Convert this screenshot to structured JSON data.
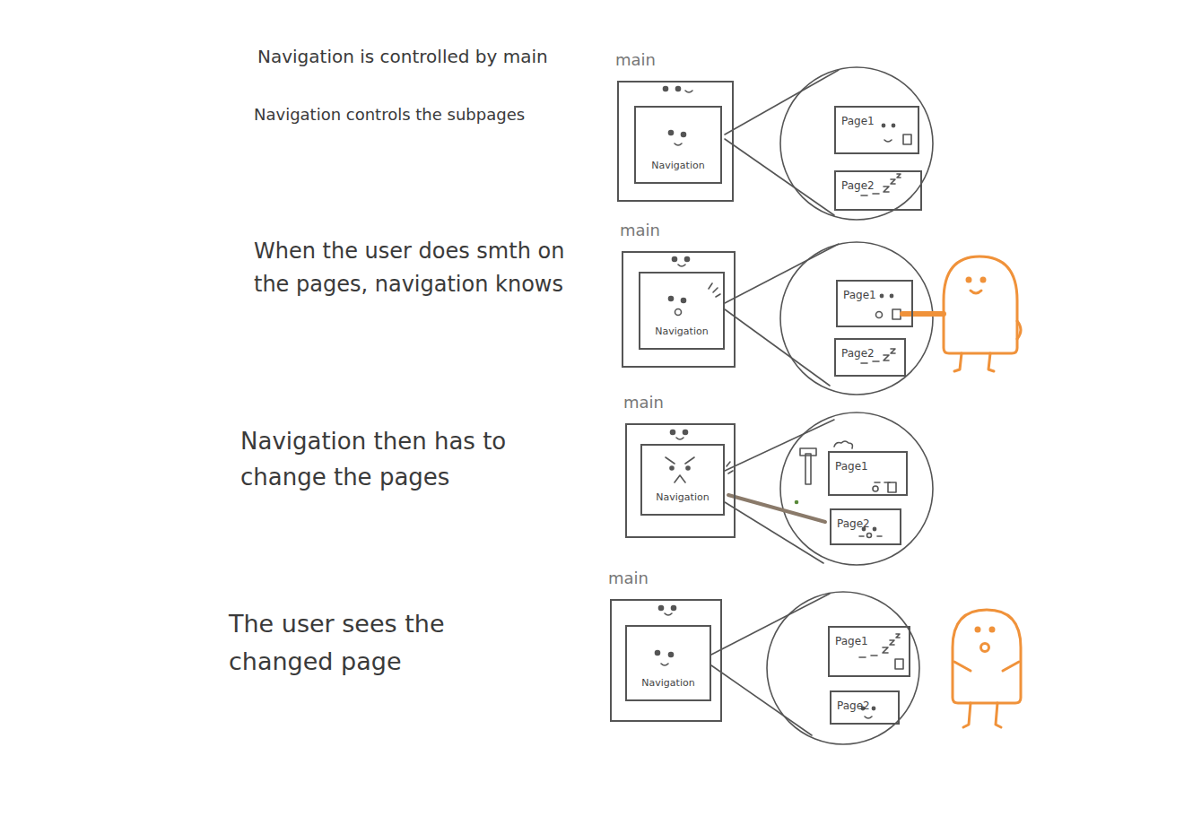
{
  "diagram": {
    "nodes": [
      {
        "text": [
          "main"
        ]
      },
      {
        "text": [
          "Navigation"
        ],
        "in": 0
      },
      {
        "text": [
          "Page1"
        ]
      },
      {
        "text": [
          "Page2"
        ]
      },
      {
        "text": [
          "main"
        ]
      },
      {
        "text": [
          "Navigation"
        ],
        "in": 4
      },
      {
        "text": [
          "Page1"
        ]
      },
      {
        "text": [
          "Page2"
        ]
      },
      {
        "text": [
          "main"
        ]
      },
      {
        "text": [
          "Navigation"
        ],
        "in": 8
      },
      {
        "text": [
          "Page1"
        ]
      },
      {
        "text": [
          "Page2"
        ]
      },
      {
        "text": [
          "main"
        ]
      },
      {
        "text": [
          "Navigation"
        ],
        "in": 12
      },
      {
        "text": [
          "Page1"
        ]
      },
      {
        "text": [
          "Page2"
        ]
      }
    ],
    "labels": [
      "Navigation is controlled by main",
      "Navigation controls the subpages",
      "When the user does smth on the pages, navigation knows",
      "Navigation then has to change the pages",
      "The user sees the changed page"
    ]
  }
}
